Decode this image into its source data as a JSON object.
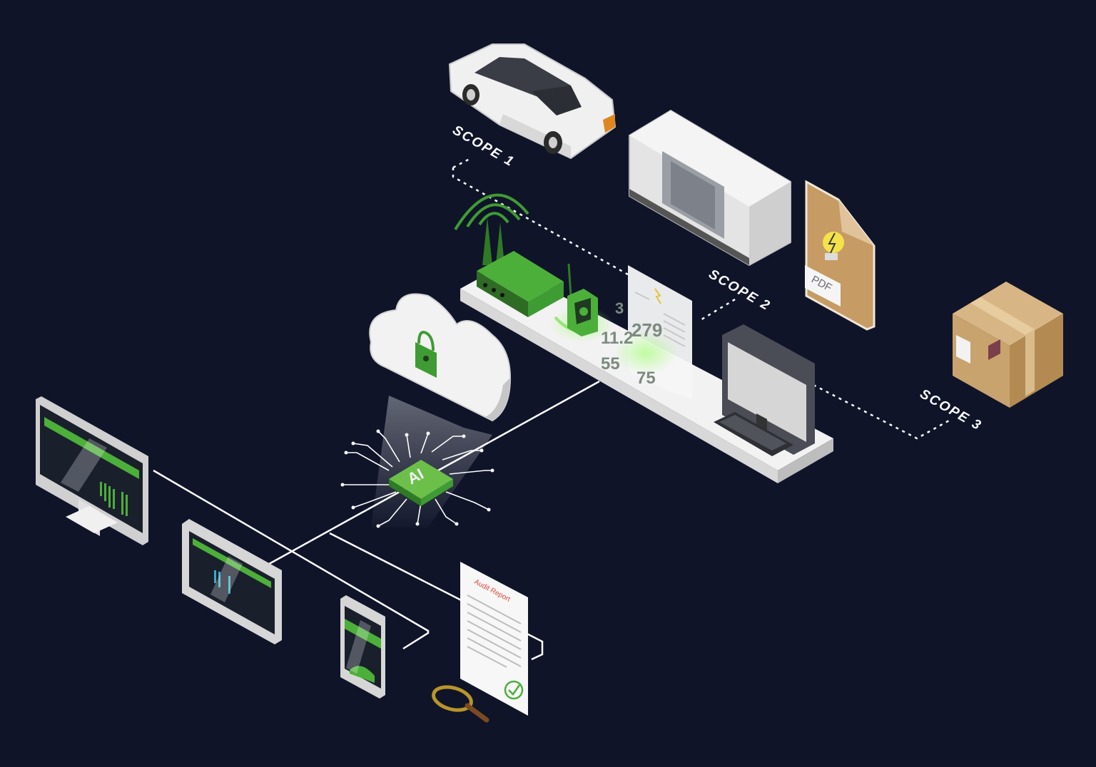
{
  "scopes": {
    "scope1": "SCOPE 1",
    "scope2": "SCOPE 2",
    "scope3": "SCOPE 3"
  },
  "chip_label": "AI",
  "pdf_label": "PDF",
  "audit_report_title": "Audit Report",
  "readouts": {
    "r1": "3",
    "r2": "11.2",
    "r3": "279",
    "r4": "55",
    "r5": "75"
  },
  "colors": {
    "background": "#0f1429",
    "accent_green": "#4caf3a",
    "dark_green": "#2f7a25",
    "audit_red": "#e0433a",
    "box_brown": "#c9a36e"
  },
  "icons": [
    "car-icon",
    "generator-icon",
    "pdf-file-icon",
    "package-box-icon",
    "router-icon",
    "iot-sensor-icon",
    "monitor-icon",
    "cloud-lock-icon",
    "ai-chip-icon",
    "desktop-dashboard-icon",
    "tablet-dashboard-icon",
    "phone-dashboard-icon",
    "audit-report-icon",
    "magnifier-icon"
  ]
}
